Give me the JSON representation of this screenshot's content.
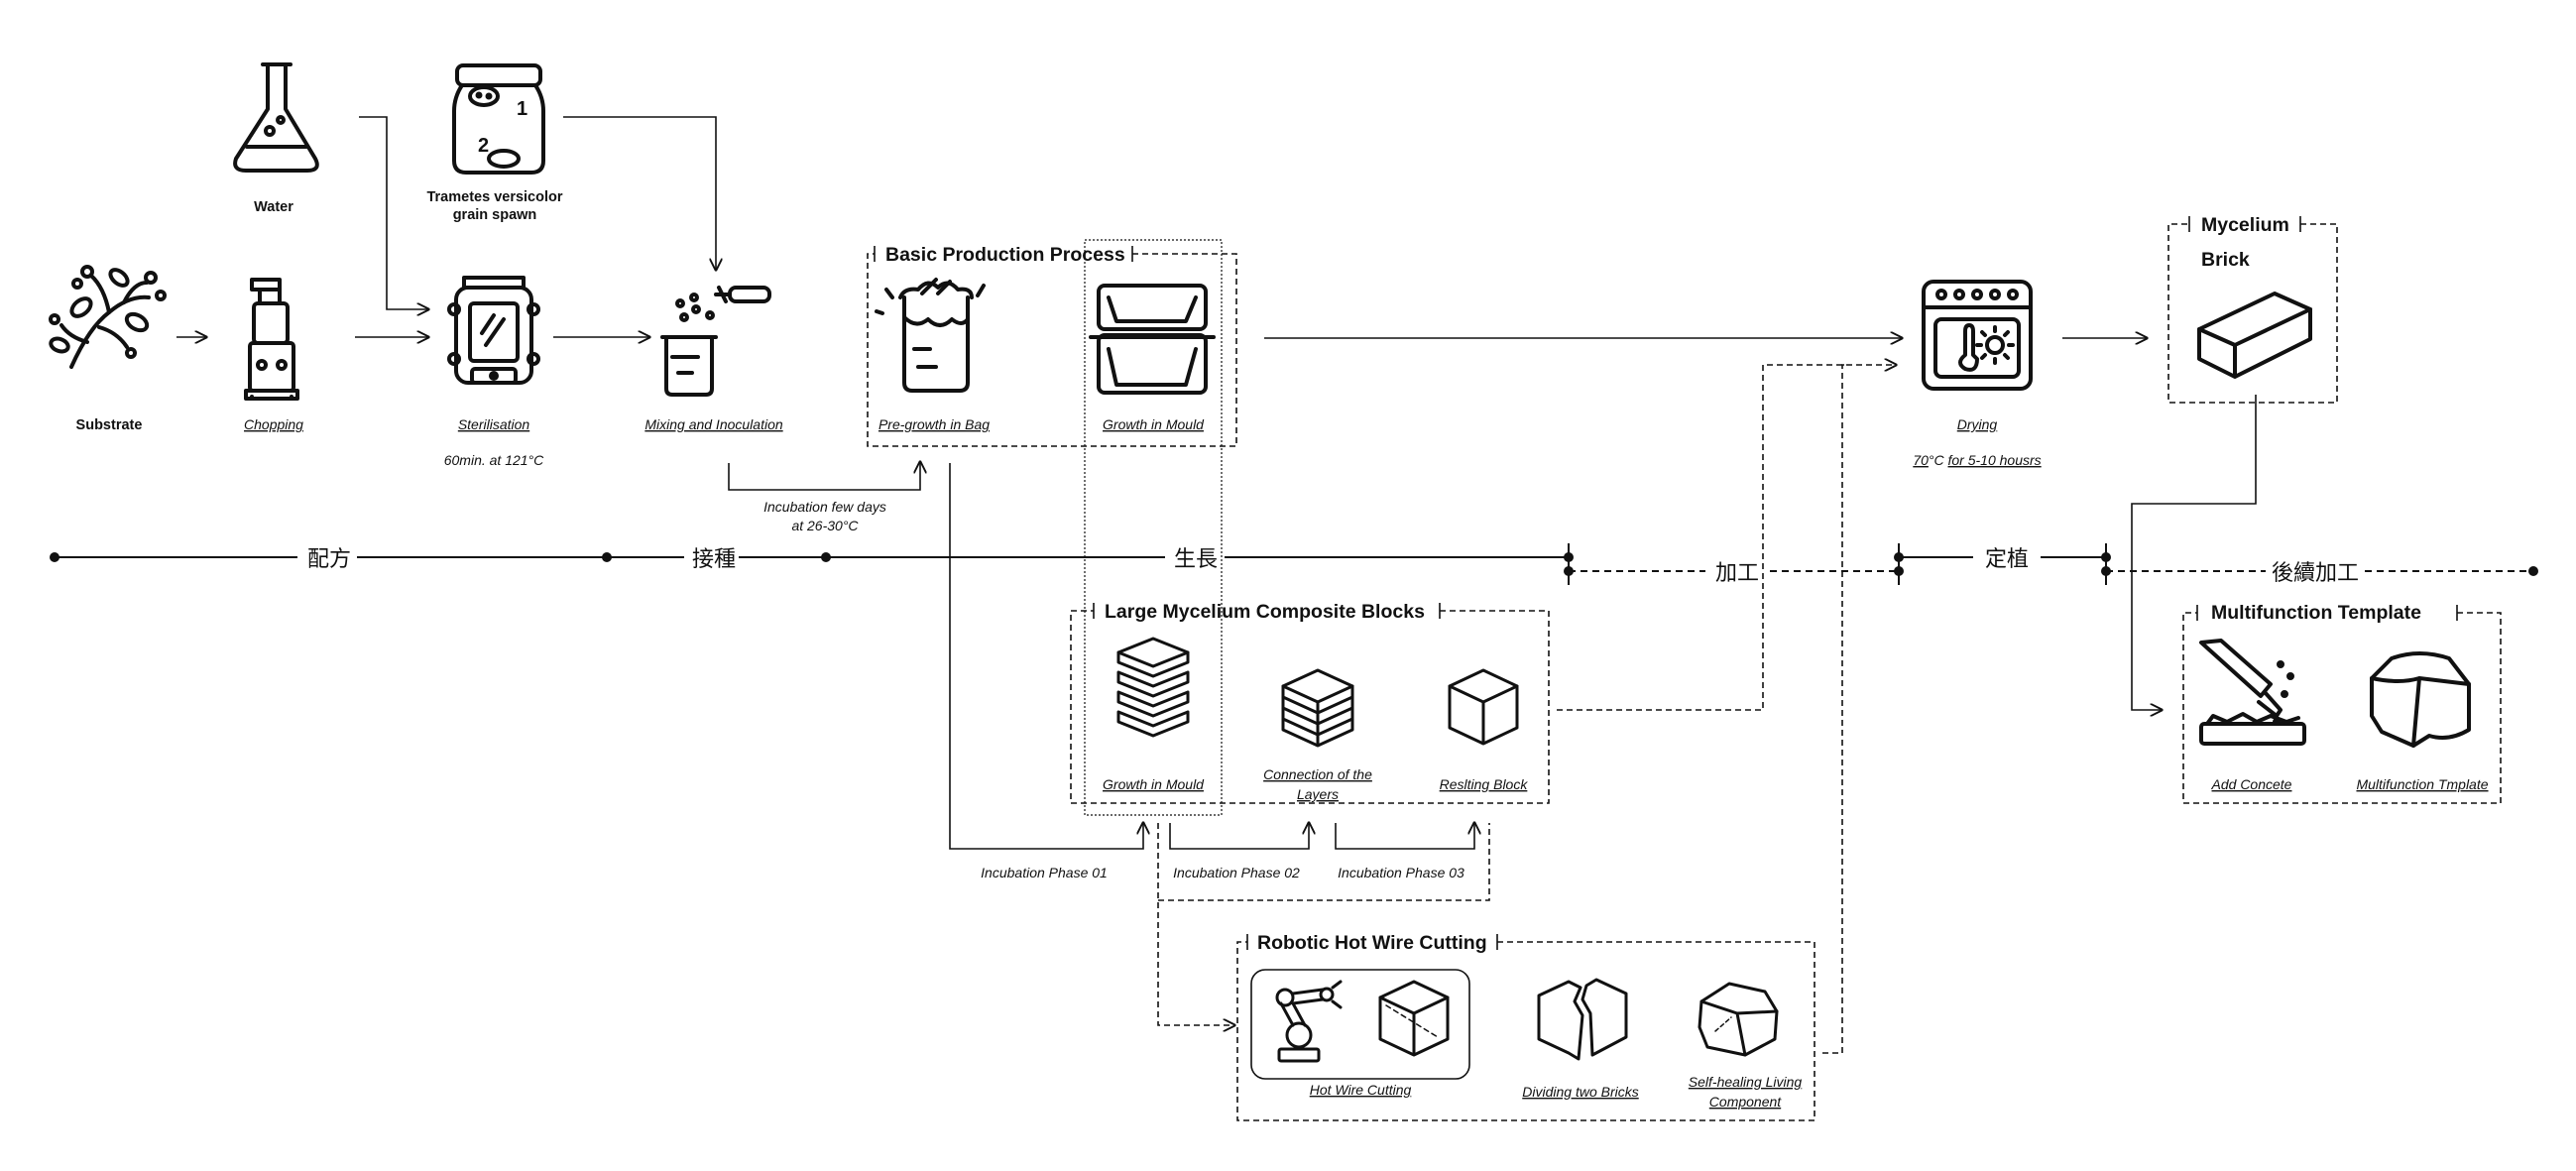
{
  "timeline": {
    "stages": [
      "配方",
      "接種",
      "生長",
      "加工",
      "定植",
      "後續加工"
    ]
  },
  "inputs": {
    "water": "Water",
    "spawn_line1": "Trametes versicolor",
    "spawn_line2": "grain spawn",
    "spawn_jar_num1": "1",
    "spawn_jar_num2": "2"
  },
  "steps": {
    "substrate": "Substrate",
    "chopping": "Chopping",
    "sterilisation": "Sterilisation",
    "sterilisation_note": "60min. at 121°C",
    "mixing": "Mixing and Inoculation",
    "incubation_note_line1": "Incubation few days",
    "incubation_note_line2": "at 26-30°C",
    "drying": "Drying",
    "drying_note_prefix": "70",
    "drying_note_mid": "°C ",
    "drying_note_suffix": "for 5-10 housrs"
  },
  "basic_production": {
    "title": "Basic Production Process",
    "pre_growth": "Pre-growth in Bag",
    "growth_mould": "Growth in Mould"
  },
  "large_blocks": {
    "title": "Large Mycelium Composite Blocks",
    "growth_mould": "Growth in Mould",
    "connection_line1": "Connection of the",
    "connection_line2": "Layers",
    "resulting": "Reslting Block"
  },
  "incubation_phases": {
    "p1": "Incubation Phase 01",
    "p2": "Incubation Phase 02",
    "p3": "Incubation Phase 03"
  },
  "robotic": {
    "title": "Robotic Hot Wire Cutting",
    "hot_wire": "Hot Wire Cutting",
    "dividing": "Dividing two Bricks",
    "self_healing_line1": "Self-healing Living",
    "self_healing_line2": "Component"
  },
  "mycelium_brick": {
    "title_line1": "Mycelium",
    "title_line2": "Brick"
  },
  "multifunction": {
    "title": "Multifunction Template",
    "add_concrete": "Add Concete",
    "template": "Multifunction Tmplate"
  }
}
